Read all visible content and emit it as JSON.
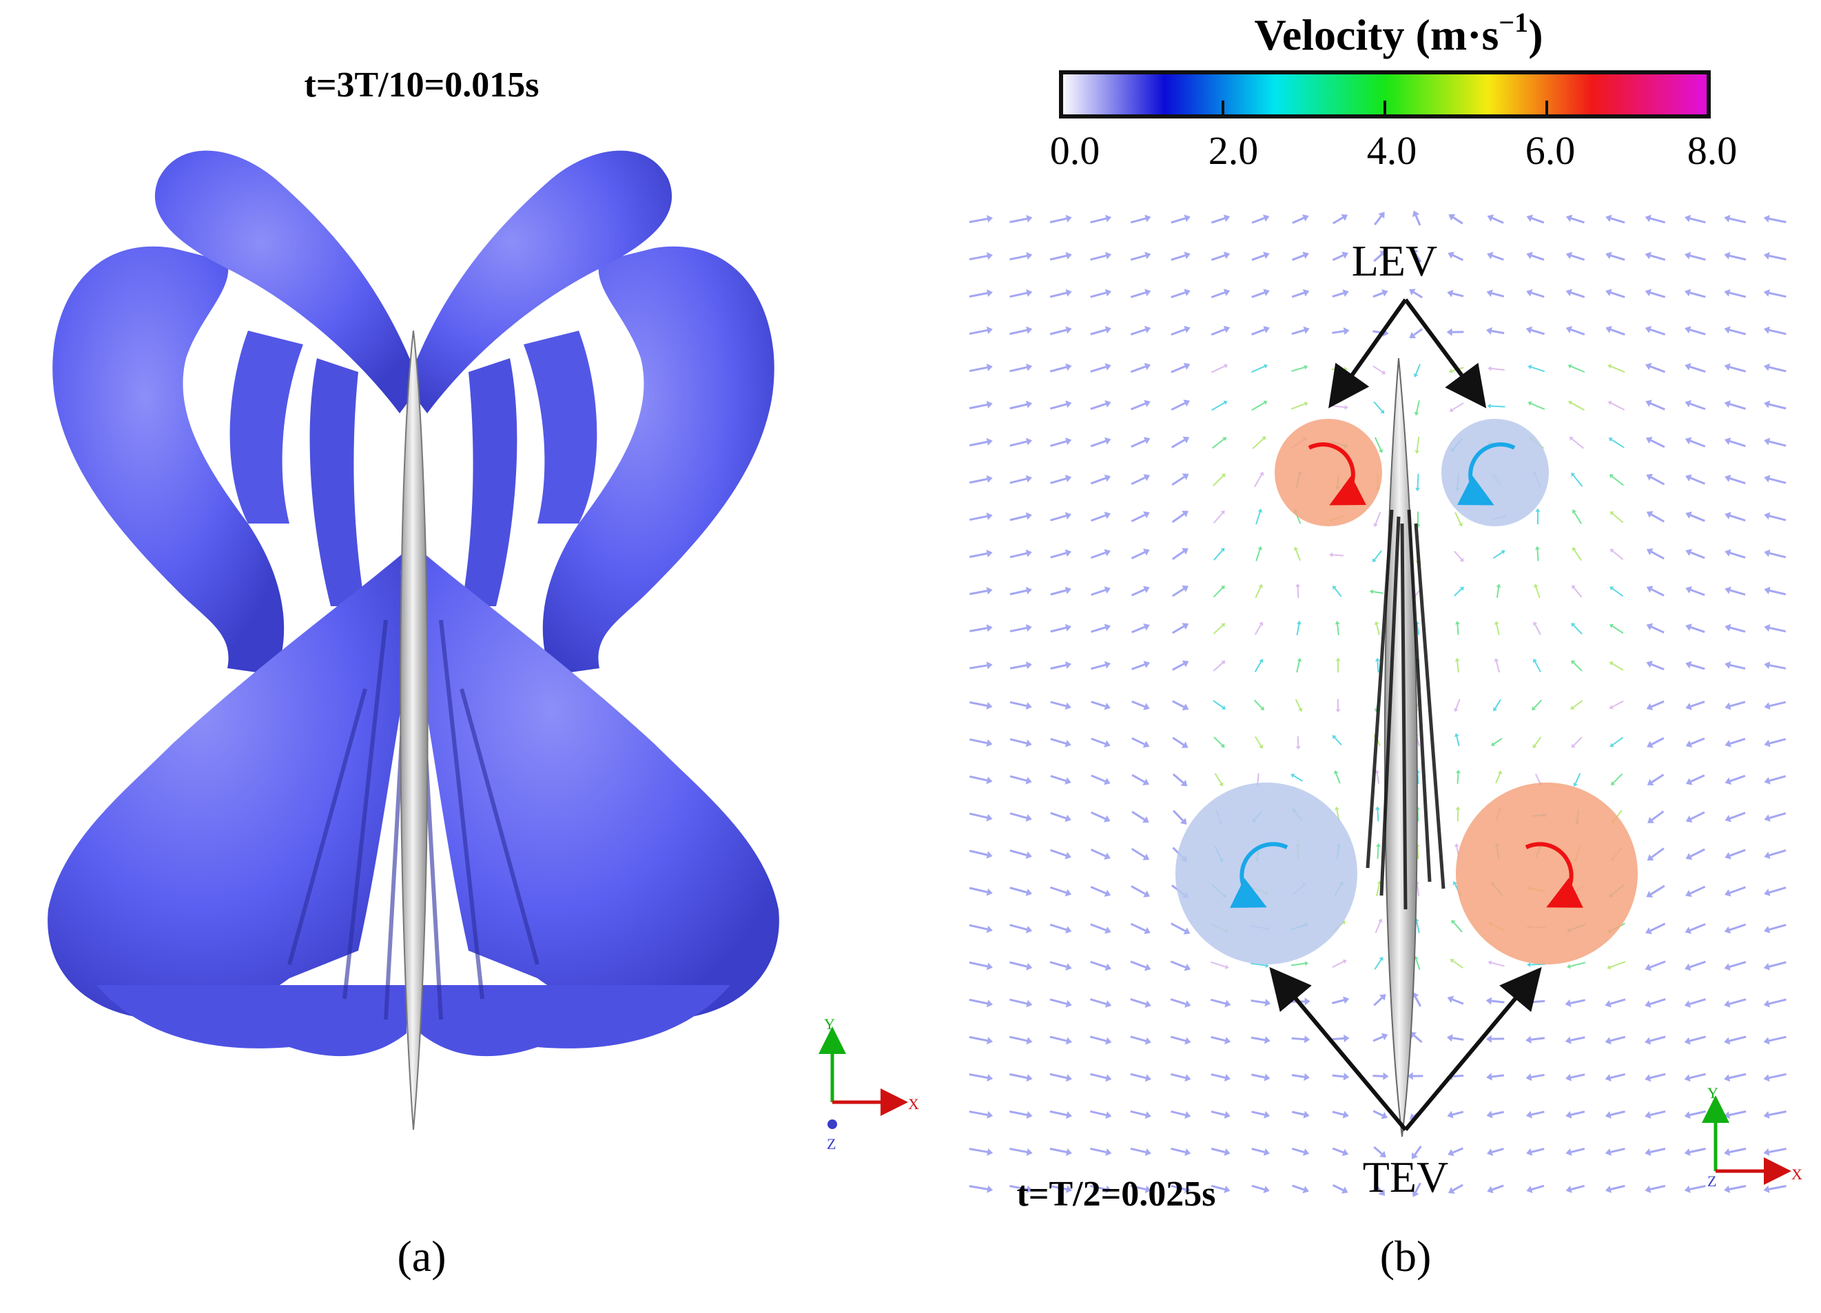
{
  "panel_a": {
    "time_label": "t=3T/10=0.015s",
    "caption": "(a)",
    "iso_color": "#5b5ff0",
    "axis": {
      "y": "Y",
      "x": "X",
      "z": "Z"
    }
  },
  "panel_b": {
    "time_label": "t=T/2=0.025s",
    "caption": "(b)",
    "colorbar": {
      "title_main": "Velocity (m·s",
      "title_sup": "−1",
      "title_close": ")",
      "ticks": [
        "0.0",
        "2.0",
        "4.0",
        "6.0",
        "8.0"
      ],
      "range": [
        0.0,
        8.0
      ],
      "colors": [
        "#ffffff",
        "#0b0bd8",
        "#00e6f0",
        "#16e616",
        "#f6ea10",
        "#f01818",
        "#e010e0"
      ]
    },
    "labels": {
      "lev": "LEV",
      "tev": "TEV"
    },
    "vortex_colors": {
      "clockwise": "#f5a57f",
      "counter": "#b9c9ec",
      "arrow_red": "#ee1111",
      "arrow_blue": "#19a8e8"
    },
    "axis": {
      "y": "Y",
      "x": "X",
      "z": "Z"
    }
  }
}
